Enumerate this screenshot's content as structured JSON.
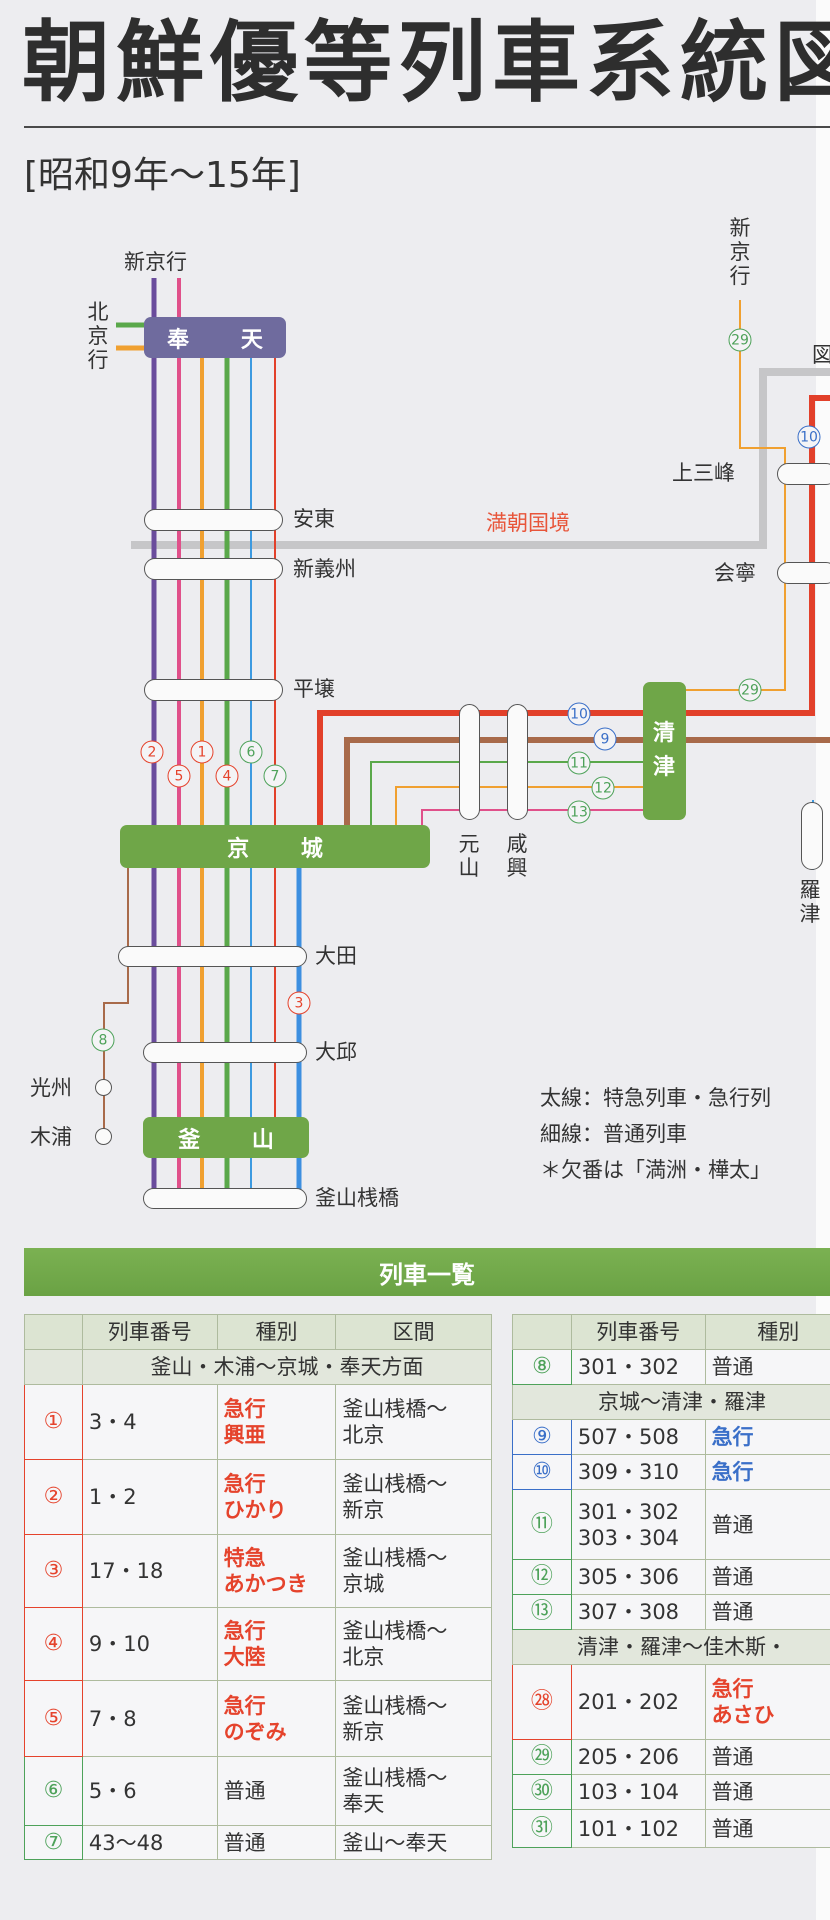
{
  "title": "朝鮮優等列車系統図",
  "subtitle": "[昭和9年〜15年]",
  "map": {
    "dest_shinkyo": "新京行",
    "dest_pekin": "北京行",
    "dest_shinkyo_right": "新京行",
    "partial_label": "図",
    "border_label": "満朝国境",
    "stations": {
      "hoten": "奉 天",
      "anto": "安東",
      "shingishu": "新義州",
      "heijo": "平壌",
      "keijo": "京 城",
      "genzan": "元山",
      "kanko": "咸興",
      "seishin": "清津",
      "kamisanpo": "上三峰",
      "kainei": "会寧",
      "rashin": "羅津",
      "taiden": "大田",
      "taikyu": "大邱",
      "koshu": "光州",
      "moppo": "木浦",
      "fuzan": "釜 山",
      "fuzan_sanbashi": "釜山桟橋"
    },
    "markers": {
      "m2": "2",
      "m5": "5",
      "m1": "1",
      "m4": "4",
      "m6": "6",
      "m7": "7",
      "m3": "3",
      "m8": "8",
      "m10": "10",
      "m9": "9",
      "m11": "11",
      "m12": "12",
      "m13": "13",
      "m29a": "29",
      "m29b": "29",
      "m10b": "10"
    },
    "colors": {
      "purple": "#6a4c9c",
      "pink": "#e0508a",
      "orange": "#f0a030",
      "green": "#5aa84a",
      "blue": "#3d9ae0",
      "red": "#e2402a",
      "brown": "#a86a4a",
      "border": "#c6c6c8",
      "station_green": "#6fa648",
      "station_purple": "#6f6b9e"
    }
  },
  "legend": {
    "thick": "太線：特急列車・急行列",
    "thin": "細線：普通列車",
    "note": "＊欠番は「満洲・樺太」"
  },
  "table_title": "列車一覧",
  "left_table": {
    "headers": [
      "",
      "列車番号",
      "種別",
      "区間"
    ],
    "section": "釜山・木浦〜京城・奉天方面",
    "rows": [
      {
        "no": "①",
        "nc": "red",
        "num": "3・4",
        "type": "急行\n興亜",
        "tc": "red",
        "sec": "釜山桟橋〜\n北京",
        "h": 75
      },
      {
        "no": "②",
        "nc": "red",
        "num": "1・2",
        "type": "急行\nひかり",
        "tc": "red",
        "sec": "釜山桟橋〜\n新京",
        "h": 75
      },
      {
        "no": "③",
        "nc": "red",
        "num": "17・18",
        "type": "特急\nあかつき",
        "tc": "red",
        "sec": "釜山桟橋〜\n京城",
        "h": 73
      },
      {
        "no": "④",
        "nc": "red",
        "num": "9・10",
        "type": "急行\n大陸",
        "tc": "red",
        "sec": "釜山桟橋〜\n北京",
        "h": 73
      },
      {
        "no": "⑤",
        "nc": "red",
        "num": "7・8",
        "type": "急行\nのぞみ",
        "tc": "red",
        "sec": "釜山桟橋〜\n新京",
        "h": 76
      },
      {
        "no": "⑥",
        "nc": "grn",
        "num": "5・6",
        "type": "普通",
        "tc": "",
        "sec": "釜山桟橋〜\n奉天",
        "h": 69
      },
      {
        "no": "⑦",
        "nc": "grn",
        "num": "43〜48",
        "type": "普通",
        "tc": "",
        "sec": "釜山〜奉天",
        "h": 34
      }
    ]
  },
  "right_table": {
    "headers": [
      "",
      "列車番号",
      "種別"
    ],
    "rows": [
      {
        "no": "⑧",
        "nc": "grn",
        "num": "301・302",
        "type": "普通",
        "tc": "",
        "h": 35
      },
      {
        "section": "京城〜清津・羅津",
        "h": 35
      },
      {
        "no": "⑨",
        "nc": "blu",
        "num": "507・508",
        "type": "急行",
        "tc": "blu",
        "h": 35
      },
      {
        "no": "⑩",
        "nc": "blu",
        "num": "309・310",
        "type": "急行",
        "tc": "blu",
        "h": 35
      },
      {
        "no": "⑪",
        "nc": "grn",
        "num": "301・302\n303・304",
        "type": "普通",
        "tc": "",
        "h": 70
      },
      {
        "no": "⑫",
        "nc": "grn",
        "num": "305・306",
        "type": "普通",
        "tc": "",
        "h": 35
      },
      {
        "no": "⑬",
        "nc": "grn",
        "num": "307・308",
        "type": "普通",
        "tc": "",
        "h": 35
      },
      {
        "section": "清津・羅津〜佳木斯・",
        "h": 35
      },
      {
        "no": "㉘",
        "nc": "red",
        "num": "201・202",
        "type": "急行\nあさひ",
        "tc": "red",
        "h": 75
      },
      {
        "no": "㉙",
        "nc": "grn",
        "num": "205・206",
        "type": "普通",
        "tc": "",
        "h": 35
      },
      {
        "no": "㉚",
        "nc": "grn",
        "num": "103・104",
        "type": "普通",
        "tc": "",
        "h": 35
      },
      {
        "no": "㉛",
        "nc": "grn",
        "num": "101・102",
        "type": "普通",
        "tc": "",
        "h": 38
      }
    ]
  }
}
